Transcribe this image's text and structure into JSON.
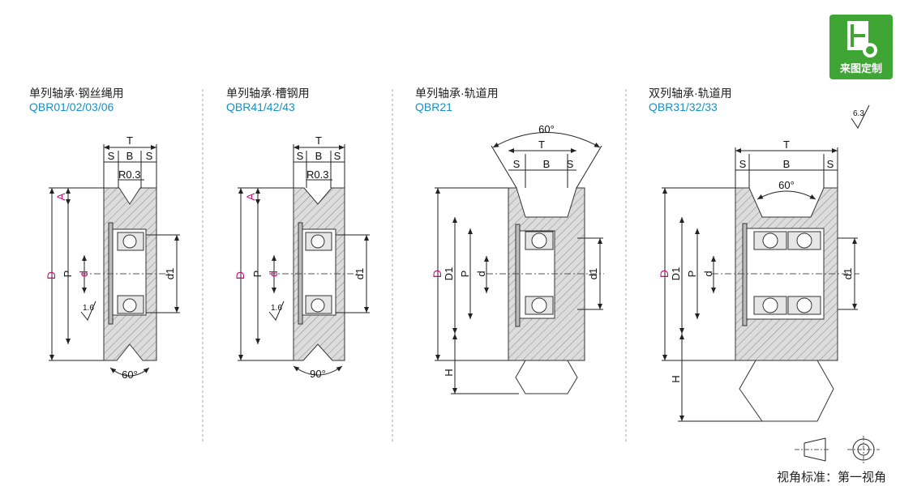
{
  "badge": {
    "label": "来图定制"
  },
  "sections": [
    {
      "title": "单列轴承·钢丝绳用",
      "model": "QBR01/02/03/06",
      "angle": "60°",
      "radius": "R0.3",
      "rough": "1.6"
    },
    {
      "title": "单列轴承·槽钢用",
      "model": "QBR41/42/43",
      "angle": "90°",
      "radius": "R0.3",
      "rough": "1.6"
    },
    {
      "title": "单列轴承·轨道用",
      "model": "QBR21",
      "angle": "60°"
    },
    {
      "title": "双列轴承·轨道用",
      "model": "QBR31/32/33",
      "angle": "60°"
    }
  ],
  "labels": {
    "T": "T",
    "S": "S",
    "B": "B",
    "D": "D",
    "A": "A",
    "P": "P",
    "d": "d",
    "d1": "d1",
    "D1": "D1",
    "H": "H"
  },
  "roughness_top": "6.3",
  "footer": "视角标准：第一视角",
  "colors": {
    "accent": "#1a8fc4",
    "magenta": "#c0137a",
    "badge": "#3fa535"
  }
}
